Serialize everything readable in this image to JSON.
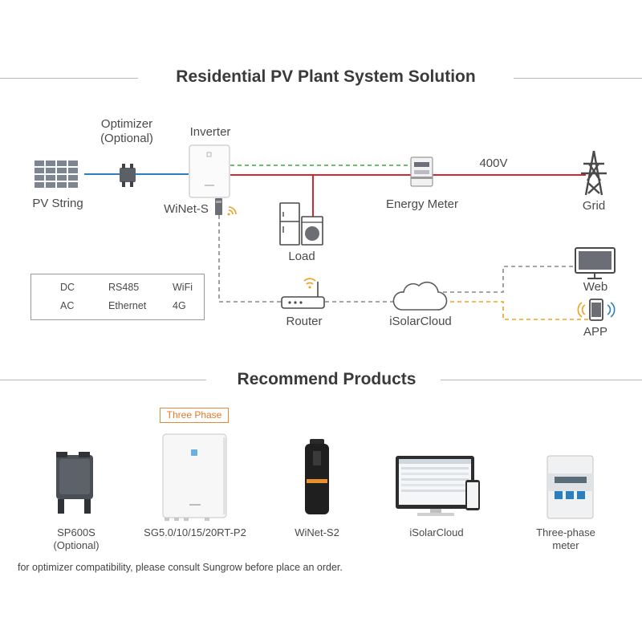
{
  "header": {
    "title": "Residential PV Plant System Solution"
  },
  "diagram": {
    "optimizer_label": [
      "Optimizer",
      "(Optional)"
    ],
    "inverter_label": "Inverter",
    "pv_string_label": "PV String",
    "winet_label": "WiNet-S",
    "energy_meter_label": "Energy Meter",
    "voltage_label": "400V",
    "grid_label": "Grid",
    "load_label": "Load",
    "router_label": "Router",
    "cloud_label": "iSolarCloud",
    "web_label": "Web",
    "app_label": "APP"
  },
  "legend": {
    "items": [
      {
        "label": "DC",
        "kind": "solid",
        "color": "#2a7fc0"
      },
      {
        "label": "RS485",
        "kind": "dashed",
        "color": "#3aaa3a"
      },
      {
        "label": "WiFi",
        "kind": "wifi",
        "color": "#f0a020"
      },
      {
        "label": "AC",
        "kind": "solid",
        "color": "#d4282e"
      },
      {
        "label": "Ethernet",
        "kind": "dashed",
        "color": "#888888"
      },
      {
        "label": "4G",
        "kind": "wifi",
        "color": "#2a7fc0"
      }
    ]
  },
  "products": {
    "title": "Recommend Products",
    "badge": "Three Phase",
    "items": [
      {
        "name": [
          "SP600S",
          "(Optional)"
        ]
      },
      {
        "name": [
          "SG5.0/10/15/20RT-P2"
        ]
      },
      {
        "name": [
          "WiNet-S2"
        ]
      },
      {
        "name": [
          "iSolarCloud"
        ]
      },
      {
        "name": [
          "Three-phase",
          "meter"
        ]
      }
    ]
  },
  "footer": {
    "note": "for optimizer compatibility, please consult Sungrow before place an order."
  },
  "colors": {
    "dc": "#2a7fc0",
    "ac": "#d4282e",
    "rs485": "#3aaa3a",
    "ethernet": "#888888",
    "wifi": "#f0a020",
    "four_g": "#2a7fc0"
  }
}
